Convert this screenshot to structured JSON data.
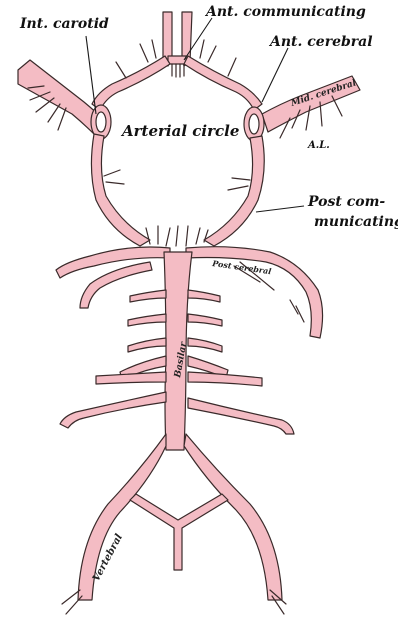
{
  "labels": {
    "int_carotid": "Int. carotid",
    "ant_communicating": "Ant. communicating",
    "ant_cerebral": "Ant. cerebral",
    "mid_cerebral": "Mid. cerebral",
    "al": "A.L.",
    "arterial_circle": "Arterial circle",
    "post_communicating_1": "Post com-",
    "post_communicating_2": "municating",
    "post_cerebral": "Post cerebral",
    "basilar": "Basilar",
    "vertebral": "Vertebral"
  },
  "colors": {
    "artery_fill": "#f4bcc4",
    "outline": "#3a2a2a",
    "background": "#ffffff"
  }
}
